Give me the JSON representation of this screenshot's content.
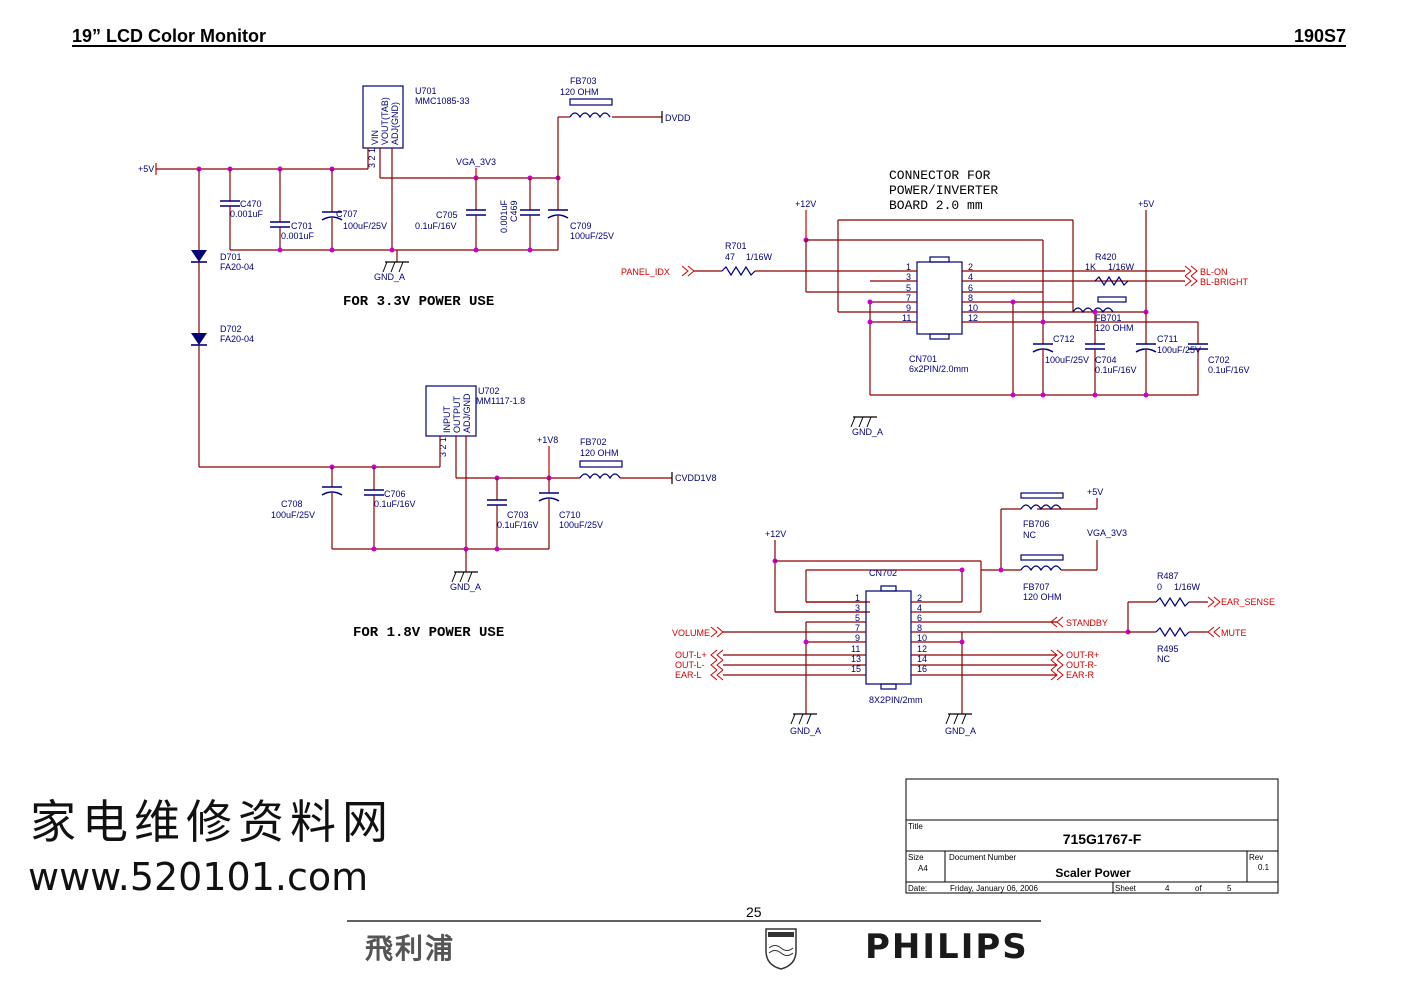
{
  "header": {
    "title": "19” LCD Color Monitor",
    "model": "190S7"
  },
  "power33": {
    "u701": {
      "ref": "U701",
      "part": "MMC1085-33",
      "pin_vin": "VIN",
      "pin_vout": "VOUT(TAB)",
      "pin_adj": "ADJ(GND)",
      "pins": "3 2 1"
    },
    "fb703": {
      "ref": "FB703",
      "value": "120 OHM"
    },
    "net_dvdd": "DVDD",
    "net_5v": "+5V",
    "net_vga": "VGA_3V3",
    "c470": {
      "ref": "C470",
      "value": "0.001uF"
    },
    "c701": {
      "ref": "C701",
      "value": "0.001uF"
    },
    "c707": {
      "ref": "C707",
      "value": "100uF/25V"
    },
    "c705": {
      "ref": "C705",
      "value": "0.1uF/16V"
    },
    "c469": {
      "ref": "C469",
      "value": "0.001uF"
    },
    "c709": {
      "ref": "C709",
      "value": "100uF/25V"
    },
    "gnd": "GND_A",
    "caption": "FOR 3.3V POWER USE"
  },
  "diodes": {
    "d701": {
      "ref": "D701",
      "part": "FA20-04"
    },
    "d702": {
      "ref": "D702",
      "part": "FA20-04"
    }
  },
  "power18": {
    "u702": {
      "ref": "U702",
      "part": "MM1117-1.8",
      "pin_in": "INPUT",
      "pin_out": "OUTPUT",
      "pin_adj": "ADJ/GND",
      "pins": "3 2 1"
    },
    "net_1v8": "+1V8",
    "fb702": {
      "ref": "FB702",
      "value": "120 OHM"
    },
    "net_cvdd": "CVDD1V8",
    "c708": {
      "ref": "C708",
      "value": "100uF/25V"
    },
    "c706": {
      "ref": "C706",
      "value": "0.1uF/16V"
    },
    "c703": {
      "ref": "C703",
      "value": "0.1uF/16V"
    },
    "c710": {
      "ref": "C710",
      "value": "100uF/25V"
    },
    "gnd": "GND_A",
    "caption": "FOR 1.8V POWER USE"
  },
  "cn701": {
    "note": [
      "CONNECTOR FOR",
      "POWER/INVERTER",
      "BOARD 2.0 mm"
    ],
    "net_12v": "+12V",
    "net_5v": "+5V",
    "r701": {
      "ref": "R701",
      "value": "47",
      "rating": "1/16W"
    },
    "r420": {
      "ref": "R420",
      "value": "1K",
      "rating": "1/16W"
    },
    "fb701": {
      "ref": "FB701",
      "value": "120 OHM"
    },
    "panel_idx": "PANEL_IDX",
    "bl_on": "BL-ON",
    "bl_bright": "BL-BRIGHT",
    "pins_left": [
      "1",
      "3",
      "5",
      "7",
      "9",
      "11"
    ],
    "pins_right": [
      "2",
      "4",
      "6",
      "8",
      "10",
      "12"
    ],
    "ref": "CN701",
    "part": "6x2PIN/2.0mm",
    "c712": {
      "ref": "C712",
      "value": "100uF/25V"
    },
    "c704": {
      "ref": "C704",
      "value": "0.1uF/16V"
    },
    "c711": {
      "ref": "C711",
      "value": "100uF/25V"
    },
    "c702": {
      "ref": "C702",
      "value": "0.1uF/16V"
    },
    "gnd": "GND_A"
  },
  "cn702": {
    "net_12v": "+12V",
    "net_5v": "+5V",
    "net_vga": "VGA_3V3",
    "fb706": {
      "ref": "FB706",
      "value": "NC"
    },
    "fb707": {
      "ref": "FB707",
      "value": "120 OHM"
    },
    "r487": {
      "ref": "R487",
      "value": "0",
      "rating": "1/16W"
    },
    "r495": {
      "ref": "R495",
      "value": "NC"
    },
    "ref": "CN702",
    "part": "8X2PIN/2mm",
    "pins_left": [
      "1",
      "3",
      "5",
      "7",
      "9",
      "11",
      "13",
      "15"
    ],
    "pins_right": [
      "2",
      "4",
      "6",
      "8",
      "10",
      "12",
      "14",
      "16"
    ],
    "volume": "VOLUME",
    "out_lp": "OUT-L+",
    "out_lm": "OUT-L-",
    "ear_l": "EAR-L",
    "standby": "STANDBY",
    "ear_sense": "EAR_SENSE",
    "mute": "MUTE",
    "out_rp": "OUT-R+",
    "out_rm": "OUT-R-",
    "ear_r": "EAR-R",
    "gnd": "GND_A"
  },
  "title_block": {
    "title_label": "Title",
    "title": "715G1767-F",
    "size_label": "Size",
    "size": "A4",
    "docnum_label": "Document Number",
    "docnum": "Scaler Power",
    "rev_label": "Rev",
    "rev": "0.1",
    "date_label": "Date:",
    "date": "Friday, January 06, 2006",
    "sheet_label": "Sheet",
    "sheet": "4",
    "of_label": "of",
    "total": "5"
  },
  "watermark": {
    "cn": "家电维修资料网",
    "url": "www.520101.com"
  },
  "footer": {
    "page": "25",
    "brand_cn": "飛利浦",
    "brand": "PHILIPS"
  }
}
